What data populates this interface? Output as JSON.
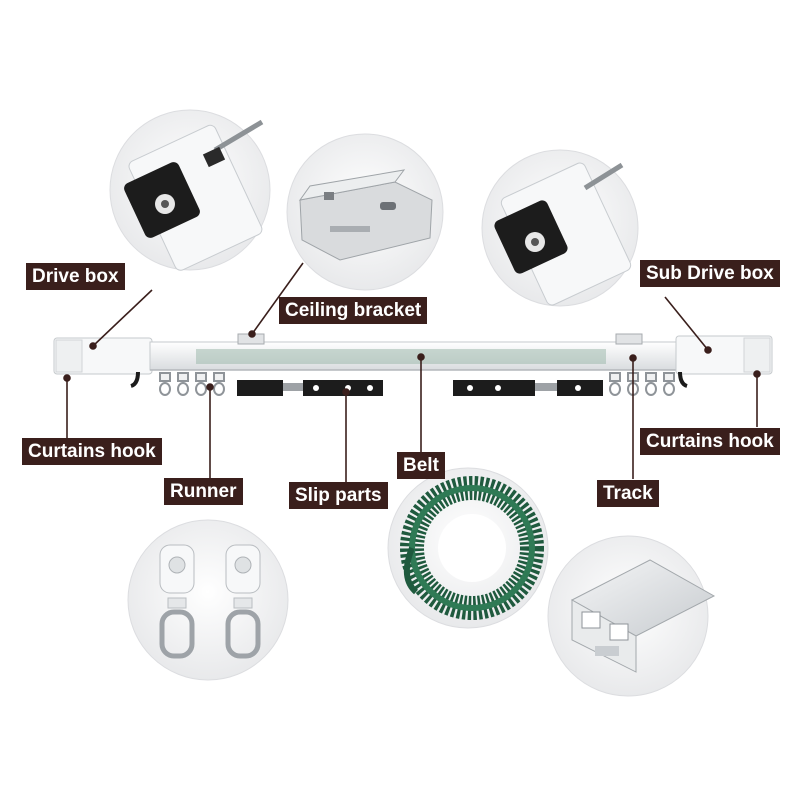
{
  "labels": {
    "drive_box": "Drive box",
    "ceiling_bracket": "Ceiling bracket",
    "sub_drive_box": "Sub Drive box",
    "curtains_hook_left": "Curtains hook",
    "curtains_hook_right": "Curtains hook",
    "runner": "Runner",
    "slip_parts": "Slip parts",
    "belt": "Belt",
    "track": "Track"
  },
  "colors": {
    "label_bg": "#3a1f1c",
    "label_text": "#ffffff",
    "leader_line": "#3a1f1c",
    "belt_green": "#1f5a3e",
    "track_white": "#f4f5f6",
    "metal": "#b9bdc1",
    "dark_part": "#1c1c1c"
  }
}
